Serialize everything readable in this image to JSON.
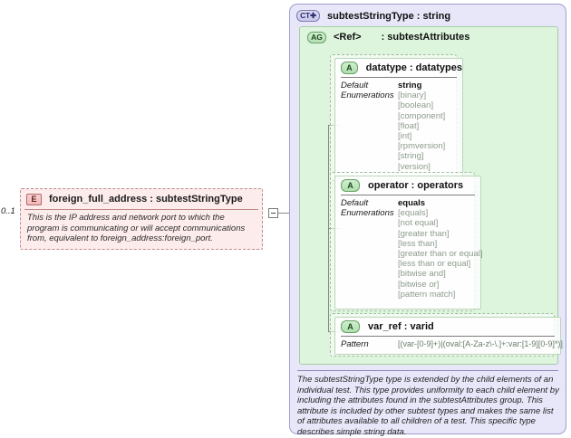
{
  "element": {
    "badge": "E",
    "cardinality": "0..1",
    "title": "foreign_full_address : subtestStringType",
    "documentation": "This is the IP address and network port to which the program is communicating or will accept communications from, equivalent to foreign_address:foreign_port."
  },
  "complex_type": {
    "badge": "CT✚",
    "title": "subtestStringType : string",
    "documentation": "The subtestStringType type is extended by the child elements of an individual test.  This type provides uniformity to each child element by including the attributes found in the subtestAttributes group.  This attribute is included by other subtest types and makes the same list of attributes available to all children of a test.  This specific type describes simple string data."
  },
  "attribute_group": {
    "badge": "AG",
    "ref": "<Ref>",
    "name": ": subtestAttributes"
  },
  "attributes": [
    {
      "badge": "A",
      "title": "datatype : datatypes",
      "facet_labels": [
        "Default",
        "Enumerations"
      ],
      "default": "string",
      "enumerations": [
        "[binary]",
        "[boolean]",
        "[component]",
        "[float]",
        "[int]",
        "[rpmversion]",
        "[string]",
        "[version]"
      ]
    },
    {
      "badge": "A",
      "title": "operator : operators",
      "facet_labels": [
        "Default",
        "Enumerations"
      ],
      "default": "equals",
      "enumerations": [
        "[equals]",
        "[not equal]",
        "[greater than]",
        "[less than]",
        "[greater than or equal]",
        "[less than or equal]",
        "[bitwise and]",
        "[bitwise or]",
        "[pattern match]"
      ]
    },
    {
      "badge": "A",
      "title": "var_ref    : varid",
      "facet_labels": [
        "Pattern"
      ],
      "pattern": "[(var-[0-9]+)|(oval:[A-Za-z\\-\\.]+:var:[1-9][0-9]*)]"
    }
  ],
  "colors": {
    "element_fill": "#fdecec",
    "complex_type_fill": "#e8e7fa",
    "attribute_group_fill": "#ddf4dd",
    "element_border": "#c08a8a",
    "complex_type_border": "#9f9ed0",
    "attribute_group_border": "#a6cda6"
  }
}
